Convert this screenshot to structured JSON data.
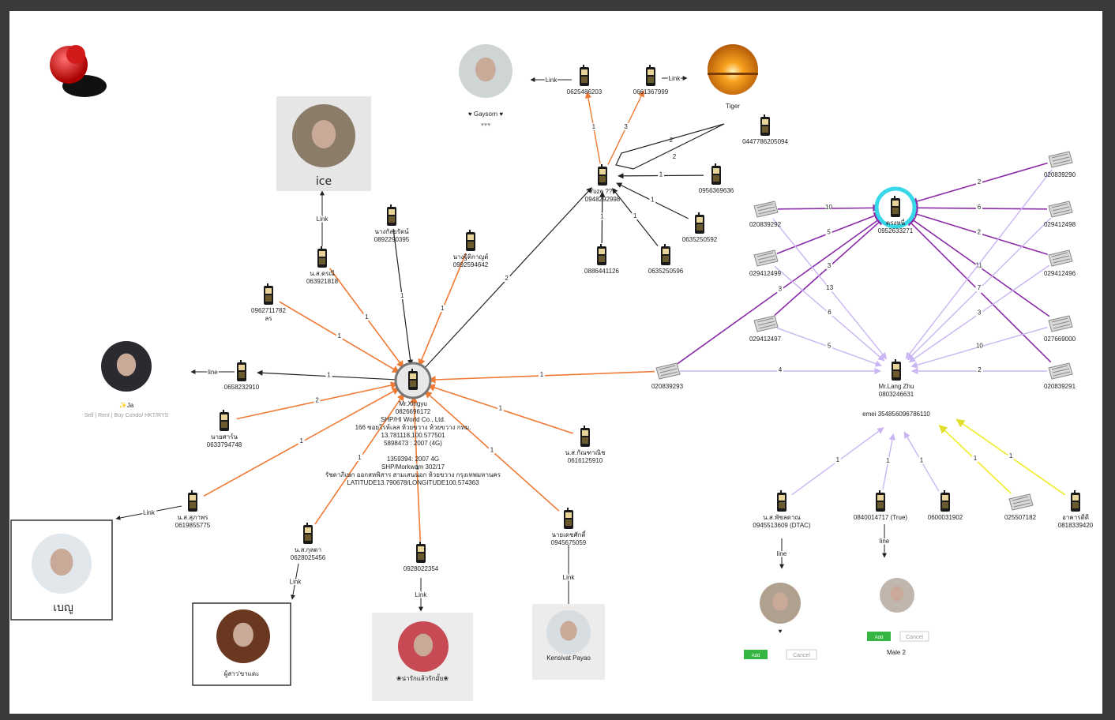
{
  "colors": {
    "orange": "#f07a34",
    "black": "#222222",
    "purple": "#8a2ba8",
    "lavender": "#c9b5f2",
    "yellow": "#f0ee3a",
    "focus": "#38d8e8",
    "green": "#35b541"
  },
  "phones": [
    {
      "id": "center",
      "label": [
        "Mr.Xingyu",
        "0826696172",
        "SHP/HI World Co., Ltd.",
        "166 ซอยโรห์เลส ห้วยขวาง ห้วยขวาง กทม.",
        "13.781118,100.577501",
        "5898473 : 2007 (4G)",
        "",
        "1359394: 2007 4G",
        "SHP/Morkwam 302/17",
        "รัชดาภิเษก ออกสหพิสาร สามเสนนอก ห้วยขวาง กรุงเทพมหานคร",
        "LATITUDE13.790678/LONGITUDE100.574363"
      ]
    },
    {
      "id": "p_ice",
      "label": [
        "น.ส.ดรณี",
        "063921818"
      ]
    },
    {
      "id": "p_0892",
      "label": [
        "นางกัลยรัตน์",
        "0892290395"
      ]
    },
    {
      "id": "p_0992",
      "label": [
        "นางฐิติกาญต์",
        "0992594642"
      ]
    },
    {
      "id": "p_0962",
      "label": [
        "0962711782",
        "ลร"
      ]
    },
    {
      "id": "p_0658",
      "label": [
        "0658232910"
      ]
    },
    {
      "id": "p_0633",
      "label": [
        "นายศาร์น",
        "0633794748"
      ]
    },
    {
      "id": "p_0619",
      "label": [
        "น.ส.สุภาพร",
        "0619855775"
      ]
    },
    {
      "id": "p_0628",
      "label": [
        "น.ส.กุลดา",
        "0628025456"
      ]
    },
    {
      "id": "p_0928",
      "label": [
        "0928022354"
      ]
    },
    {
      "id": "p_0945",
      "label": [
        "นายเดชศักดิ์",
        "0945675059"
      ]
    },
    {
      "id": "p_0616",
      "label": [
        "น.ส.กัณฑาณิช",
        "0616125910"
      ]
    },
    {
      "id": "yuze",
      "label": [
        "Yuze ???",
        "0948292998"
      ]
    },
    {
      "id": "p_0625",
      "label": [
        "0625486203"
      ]
    },
    {
      "id": "p_0661",
      "label": [
        "0661367999"
      ]
    },
    {
      "id": "p_0447",
      "label": [
        "0447786205094"
      ]
    },
    {
      "id": "p_0956",
      "label": [
        "0956369636"
      ]
    },
    {
      "id": "p_0635a",
      "label": [
        "0635250592"
      ]
    },
    {
      "id": "p_0635b",
      "label": [
        "0635250596"
      ]
    },
    {
      "id": "p_0886",
      "label": [
        "0886441126"
      ]
    },
    {
      "id": "trong",
      "label": [
        "ตรงหนี่",
        "0952633271"
      ]
    },
    {
      "id": "lang",
      "label": [
        "Mr.Lang Zhu",
        "0803246631"
      ]
    },
    {
      "id": "p_0945b",
      "label": [
        "น.ส.พัชลดาณ",
        "0945513609 (DTAC)"
      ]
    },
    {
      "id": "p_0840",
      "label": [
        "0840014717 (True)"
      ]
    },
    {
      "id": "p_0600",
      "label": [
        "0600031902"
      ]
    },
    {
      "id": "p_arkan",
      "label": [
        "อาคารดีดี",
        "0818339420"
      ]
    }
  ],
  "landlines": [
    {
      "id": "l_0208392",
      "label": "020839292"
    },
    {
      "id": "l_0294124",
      "label": "029412499"
    },
    {
      "id": "l_0294127",
      "label": "029412497"
    },
    {
      "id": "l_0208393",
      "label": "020839293"
    },
    {
      "id": "l_0208390",
      "label": "020839290"
    },
    {
      "id": "l_0294128",
      "label": "029412498"
    },
    {
      "id": "l_0294126",
      "label": "029412496"
    },
    {
      "id": "l_0276",
      "label": "027669000"
    },
    {
      "id": "l_0208391",
      "label": "020839291"
    },
    {
      "id": "l_0255",
      "label": "025507182"
    }
  ],
  "profiles": {
    "ice": "ice",
    "gaysorn": "Gaysorn",
    "tiger": "Tiger",
    "ja": "Ja",
    "ja_sub": "Sell | Rent | Buy Condo/ HKT/RYS",
    "benyu": "เบญู",
    "phusao": "ผู้สาว'ขาแดะ",
    "naruk": "น่ารักแล้วรักมั้ย",
    "kensivat": "Kensivat Payao",
    "male2": "Male 2",
    "add_btn": "Add",
    "cancel_btn": "Cancel"
  },
  "imei": "emei 354856096786110",
  "edge_words": {
    "link": "Link",
    "line": "line"
  }
}
